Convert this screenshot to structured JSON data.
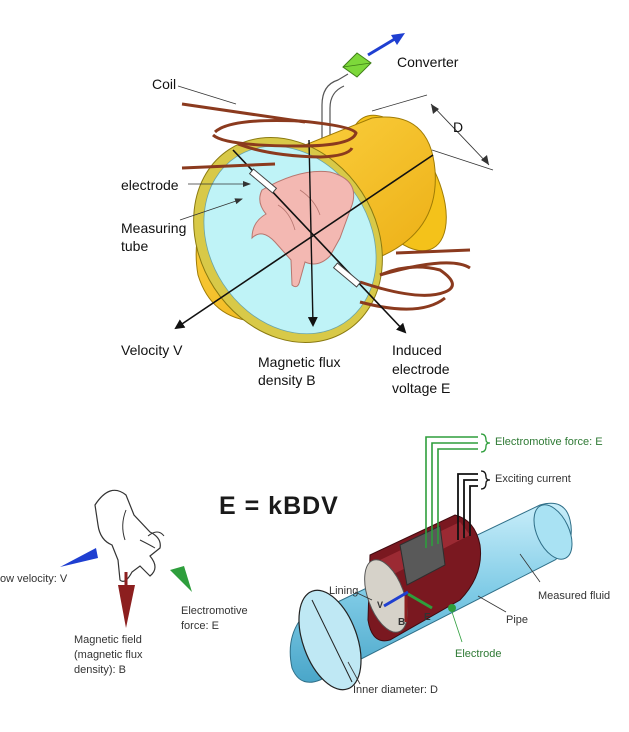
{
  "top": {
    "converter": "Converter",
    "coil": "Coil",
    "diameter": "D",
    "electrode": "electrode",
    "measuring_tube_line1": "Measuring",
    "measuring_tube_line2": "tube",
    "velocity": "Velocity V",
    "flux_line1": "Magnetic flux",
    "flux_line2": "density B",
    "induced_line1": "Induced",
    "induced_line2": "electrode",
    "induced_line3": "voltage E"
  },
  "formula": "E = kBDV",
  "hand": {
    "flow_velocity": "ow velocity: V",
    "field_line1": "Magnetic field",
    "field_line2": "(magnetic flux",
    "field_line3": "density): B",
    "emf_line1": "Electromotive",
    "emf_line2": "force: E"
  },
  "meter": {
    "emf": "Electromotive force: E",
    "exciting": "Exciting current",
    "lining": "Lining",
    "measured_fluid": "Measured fluid",
    "pipe": "Pipe",
    "electrode": "Electrode",
    "inner_diameter": "Inner diameter: D",
    "v": "V",
    "b": "B",
    "e": "E"
  },
  "colors": {
    "coil": "#8b3a1e",
    "tube_yellow": "#f4c21a",
    "fluid_cyan": "#bff3f7",
    "hand_pink": "#f3b8b2",
    "converter_green": "#7dd83a",
    "arrow_blue": "#1f3fd1",
    "arrow_green": "#2e9e3c",
    "arrow_red": "#8c1f1f",
    "pipe_blue": "#8fd3ea",
    "housing_red": "#7a1820",
    "label_green": "#2f7a35"
  }
}
